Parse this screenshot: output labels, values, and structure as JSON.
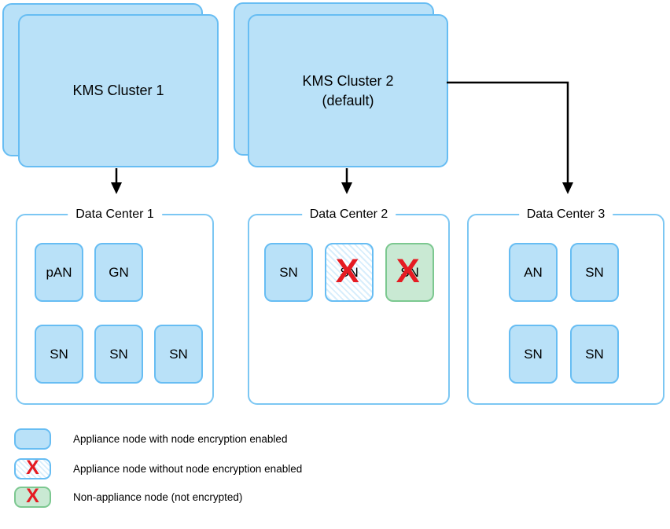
{
  "colors": {
    "node_fill": "#b9e1f8",
    "node_border": "#67bdf3",
    "container_border": "#7cc7f3",
    "green_fill": "#c9e9d3",
    "green_border": "#7cc890",
    "hatch_line": "#d8eefc",
    "x_color": "#e51b22",
    "arrow_color": "#000000",
    "text_color": "#000000"
  },
  "clusters": {
    "cluster1": {
      "label": "KMS Cluster 1"
    },
    "cluster2": {
      "label_line1": "KMS Cluster 2",
      "label_line2": "(default)"
    }
  },
  "data_centers": [
    {
      "title": "Data Center 1",
      "nodes": [
        {
          "label": "pAN",
          "type": "appliance-encrypted"
        },
        {
          "label": "GN",
          "type": "appliance-encrypted"
        },
        {
          "label": "SN",
          "type": "appliance-encrypted"
        },
        {
          "label": "SN",
          "type": "appliance-encrypted"
        },
        {
          "label": "SN",
          "type": "appliance-encrypted"
        }
      ]
    },
    {
      "title": "Data Center 2",
      "nodes": [
        {
          "label": "SN",
          "type": "appliance-encrypted"
        },
        {
          "label": "SN",
          "type": "appliance-unencrypted",
          "x_mark": "X"
        },
        {
          "label": "SN",
          "type": "non-appliance",
          "x_mark": "X"
        }
      ]
    },
    {
      "title": "Data Center 3",
      "nodes": [
        {
          "label": "AN",
          "type": "appliance-encrypted"
        },
        {
          "label": "SN",
          "type": "appliance-encrypted"
        },
        {
          "label": "SN",
          "type": "appliance-encrypted"
        },
        {
          "label": "SN",
          "type": "appliance-encrypted"
        }
      ]
    }
  ],
  "legend": [
    {
      "swatch": "appliance-encrypted",
      "label": "Appliance node with node encryption enabled"
    },
    {
      "swatch": "appliance-unencrypted",
      "label": "Appliance node without node encryption enabled",
      "x_mark": "X"
    },
    {
      "swatch": "non-appliance",
      "label": "Non-appliance node (not encrypted)",
      "x_mark": "X"
    }
  ]
}
